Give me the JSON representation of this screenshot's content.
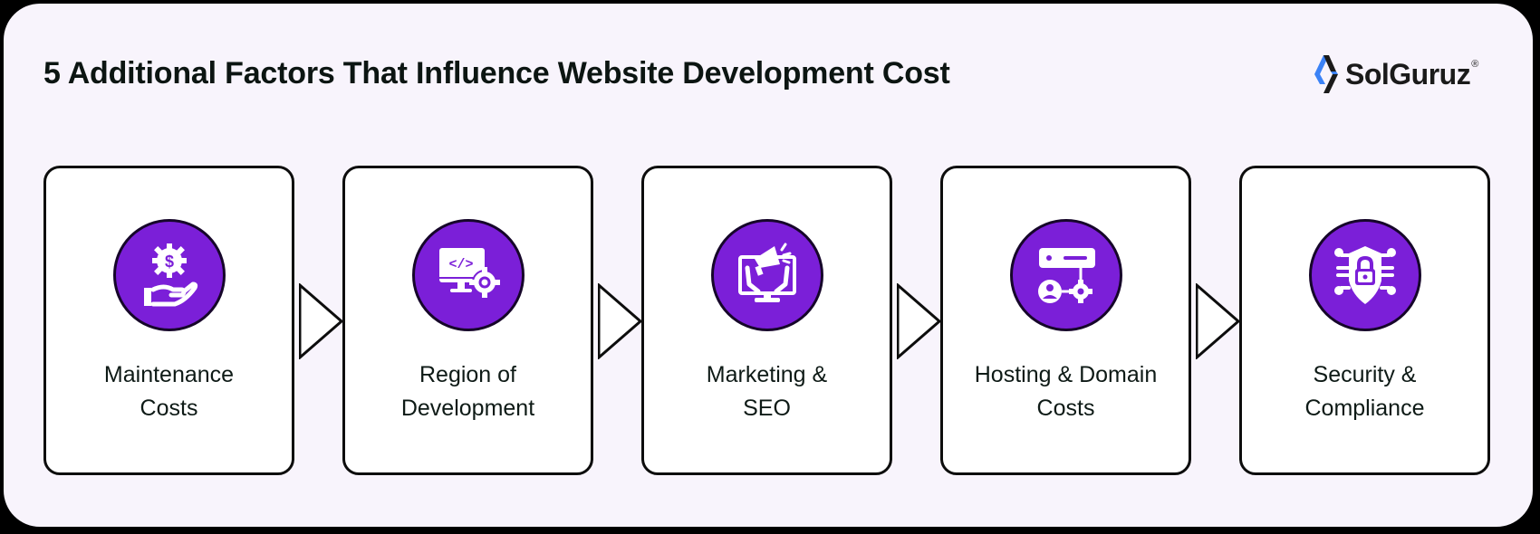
{
  "header": {
    "title": "5 Additional Factors That Influence Website Development Cost"
  },
  "logo": {
    "text": "SolGuruz",
    "registered": "®"
  },
  "colors": {
    "accent": "#7b1fd8",
    "panel_bg": "#f8f4fc",
    "text": "#0e1a16"
  },
  "factors": [
    {
      "icon": "dollar-gear-hand-icon",
      "line1": "Maintenance",
      "line2": "Costs"
    },
    {
      "icon": "monitor-code-gear-icon",
      "line1": "Region of",
      "line2": "Development"
    },
    {
      "icon": "megaphone-monitor-icon",
      "line1": "Marketing &",
      "line2": "SEO"
    },
    {
      "icon": "server-network-icon",
      "line1": "Hosting & Domain",
      "line2": "Costs"
    },
    {
      "icon": "shield-lock-circuit-icon",
      "line1": "Security &",
      "line2": "Compliance"
    }
  ]
}
